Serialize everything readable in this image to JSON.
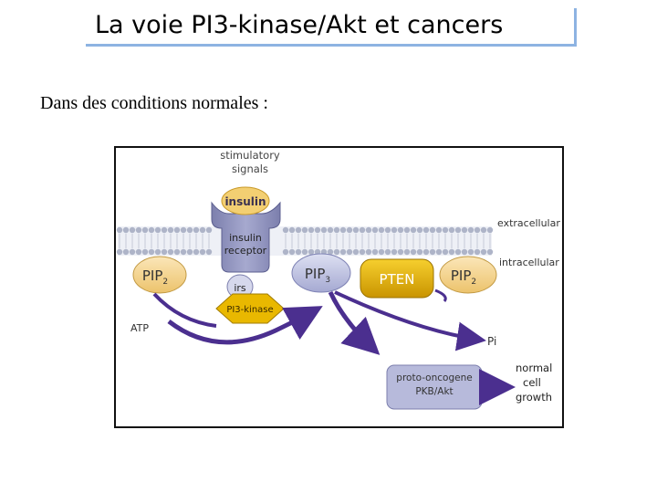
{
  "slide": {
    "title": "La voie PI3-kinase/Akt et cancers",
    "subtitle": "Dans des conditions normales :"
  },
  "diagram": {
    "stimulatory_line1": "stimulatory",
    "stimulatory_line2": "signals",
    "insulin": "insulin",
    "receptor_line1": "insulin",
    "receptor_line2": "receptor",
    "irs": "irs",
    "pi3k": "PI3-kinase",
    "pip2_left": "PIP",
    "pip2_left_sub": "2",
    "pip3": "PIP",
    "pip3_sub": "3",
    "pten": "PTEN",
    "pip2_right": "PIP",
    "pip2_right_sub": "2",
    "extracellular": "extracellular",
    "intracellular": "intracellular",
    "atp": "ATP",
    "pi": "Pi",
    "proto_line1": "proto-oncogene",
    "proto_line2": "PKB/Akt",
    "normal_line1": "normal",
    "normal_line2": "cell",
    "normal_line3": "growth",
    "colors": {
      "membrane": "#b9bfd0",
      "receptor": "#8e90b8",
      "insulin": "#f5d27a",
      "pi3k": "#e8b800",
      "pip2": "#f5d79a",
      "pip3": "#c3c6e2",
      "pten": "#e4b100",
      "proto": "#b8bbdb",
      "arrow": "#4b2f8f"
    }
  }
}
